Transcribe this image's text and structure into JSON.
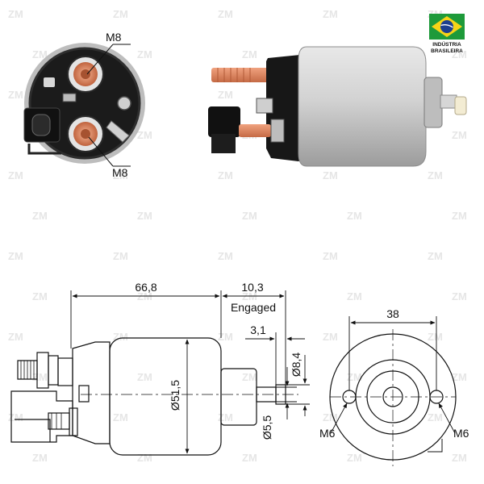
{
  "brand": {
    "watermark": "ZM"
  },
  "badge": {
    "line1": "INDÚSTRIA",
    "line2": "BRASILEIRA",
    "colors": {
      "green": "#1e9a3a",
      "yellow": "#f7d417",
      "blue": "#1d3f8f"
    }
  },
  "photo": {
    "terminal_top": "M8",
    "terminal_bottom": "M8"
  },
  "drawing": {
    "side": {
      "length": "66,8",
      "stroke": "10,3",
      "stroke_label": "Engaged",
      "plunger_step": "3,1",
      "diameter_body": "Ø51,5",
      "diameter_head": "Ø8,4",
      "diameter_shaft": "Ø5,5"
    },
    "front": {
      "hole_spacing": "38",
      "hole_left": "M6",
      "hole_right": "M6"
    }
  },
  "colors": {
    "copper": "#d9825b",
    "body": "#c9c9c9",
    "black": "#1a1a1a"
  }
}
